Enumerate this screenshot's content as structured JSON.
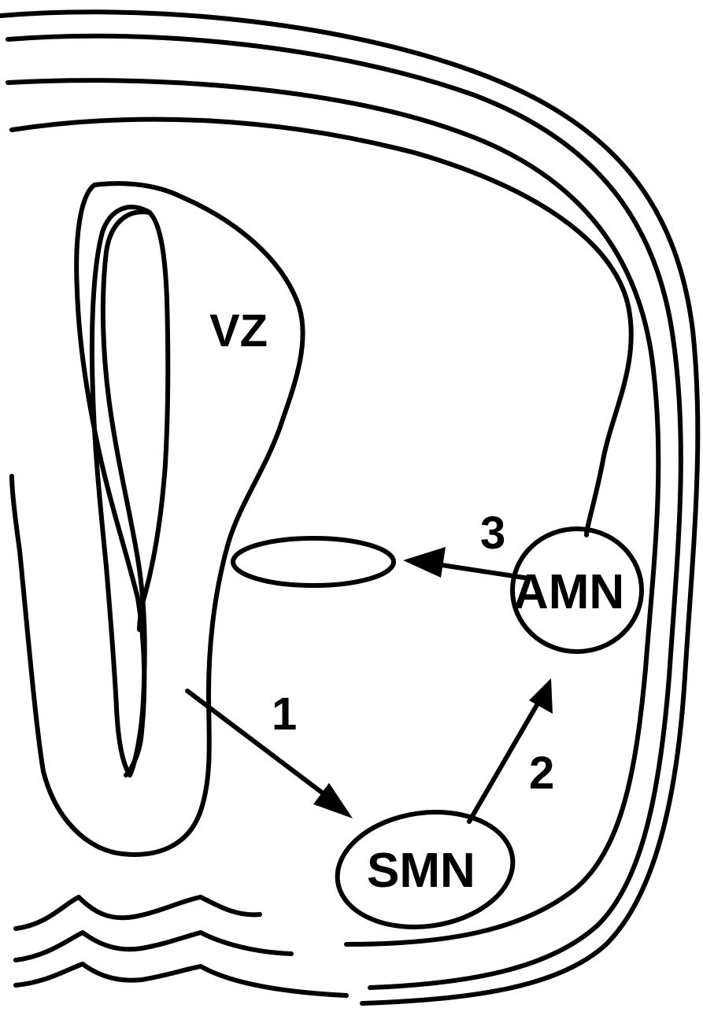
{
  "labels": {
    "vz": "VZ",
    "smn": "SMN",
    "amn": "AMN",
    "arrow_1": "1",
    "arrow_2": "2",
    "arrow_3": "3"
  },
  "colors": {
    "line": "#000000",
    "background": "#ffffff"
  },
  "arrows": [
    {
      "number": "1",
      "from": "VZ",
      "to": "SMN"
    },
    {
      "number": "2",
      "from": "SMN",
      "to": "AMN"
    },
    {
      "number": "3",
      "from": "AMN",
      "to": "unlabeled-oval"
    }
  ]
}
